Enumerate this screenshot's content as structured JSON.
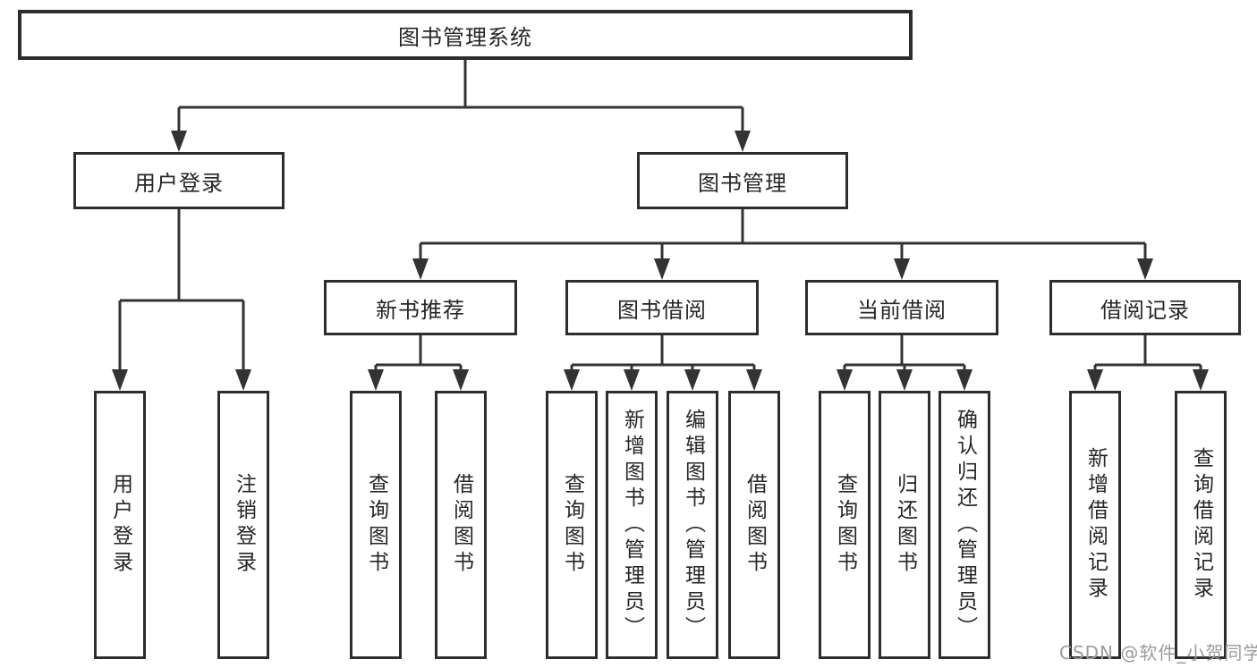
{
  "diagram": {
    "root": {
      "label": "图书管理系统",
      "children": [
        {
          "label": "用户登录",
          "children": [
            {
              "label": "用户登录"
            },
            {
              "label": "注销登录"
            }
          ]
        },
        {
          "label": "图书管理",
          "children": [
            {
              "label": "新书推荐",
              "children": [
                {
                  "label": "查询图书"
                },
                {
                  "label": "借阅图书"
                }
              ]
            },
            {
              "label": "图书借阅",
              "children": [
                {
                  "label": "查询图书"
                },
                {
                  "label": "新增图书（管理员）"
                },
                {
                  "label": "编辑图书（管理员）"
                },
                {
                  "label": "借阅图书"
                }
              ]
            },
            {
              "label": "当前借阅",
              "children": [
                {
                  "label": "查询图书"
                },
                {
                  "label": "归还图书"
                },
                {
                  "label": "确认归还（管理员）"
                }
              ]
            },
            {
              "label": "借阅记录",
              "children": [
                {
                  "label": "新增借阅记录"
                },
                {
                  "label": "查询借阅记录"
                }
              ]
            }
          ]
        }
      ]
    }
  },
  "watermark": {
    "text": "CSDN @软件_小贺同学"
  },
  "colors": {
    "line": "#333333",
    "border": "#2d2d2d",
    "fill": "#ffffff",
    "text": "#262626",
    "watermark": "#9b9b9b",
    "background": "#ffffff"
  }
}
